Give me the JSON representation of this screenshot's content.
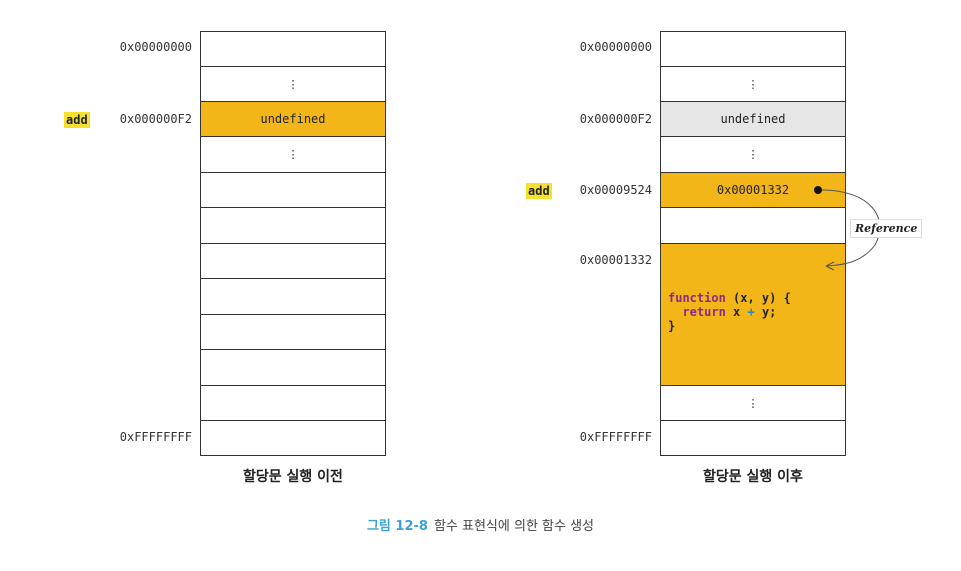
{
  "before": {
    "caption": "할당문 실행 이전",
    "variable": "add",
    "rows": [
      {
        "address": "0x00000000",
        "content": ""
      },
      {
        "address": "",
        "content": "⋮"
      },
      {
        "address": "0x000000F2",
        "content": "undefined"
      },
      {
        "address": "",
        "content": "⋮"
      },
      {
        "address": "",
        "content": ""
      },
      {
        "address": "",
        "content": ""
      },
      {
        "address": "",
        "content": ""
      },
      {
        "address": "",
        "content": ""
      },
      {
        "address": "",
        "content": ""
      },
      {
        "address": "",
        "content": ""
      },
      {
        "address": "",
        "content": ""
      },
      {
        "address": "0xFFFFFFFF",
        "content": ""
      }
    ]
  },
  "after": {
    "caption": "할당문 실행 이후",
    "variable": "add",
    "rows": [
      {
        "address": "0x00000000",
        "content": ""
      },
      {
        "address": "",
        "content": "⋮"
      },
      {
        "address": "0x000000F2",
        "content": "undefined"
      },
      {
        "address": "",
        "content": "⋮"
      },
      {
        "address": "0x00009524",
        "content": "0x00001332"
      },
      {
        "address": "",
        "content": ""
      },
      {
        "address": "0x00001332",
        "content": ""
      },
      {
        "address": "",
        "content": "⋮"
      },
      {
        "address": "0xFFFFFFFF",
        "content": ""
      }
    ],
    "code": {
      "line1_kw": "function",
      "line1_rest": " (x, y) {",
      "line2_indent": "  ",
      "line2_kw": "return",
      "line2_a": " x ",
      "line2_op": "+",
      "line2_b": " y;",
      "line3": "}"
    },
    "reference_label": "Reference"
  },
  "figure_caption": {
    "label": "그림 12-8",
    "text": "함수 표현식에 의한 함수 생성"
  },
  "colors": {
    "highlight": "#f2b619",
    "variable_bg": "#f5e12d",
    "gray_cell": "#e6e6e6",
    "keyword": "#8a2a8c",
    "operator": "#2a86c4",
    "caption_label": "#3aa0d6"
  }
}
